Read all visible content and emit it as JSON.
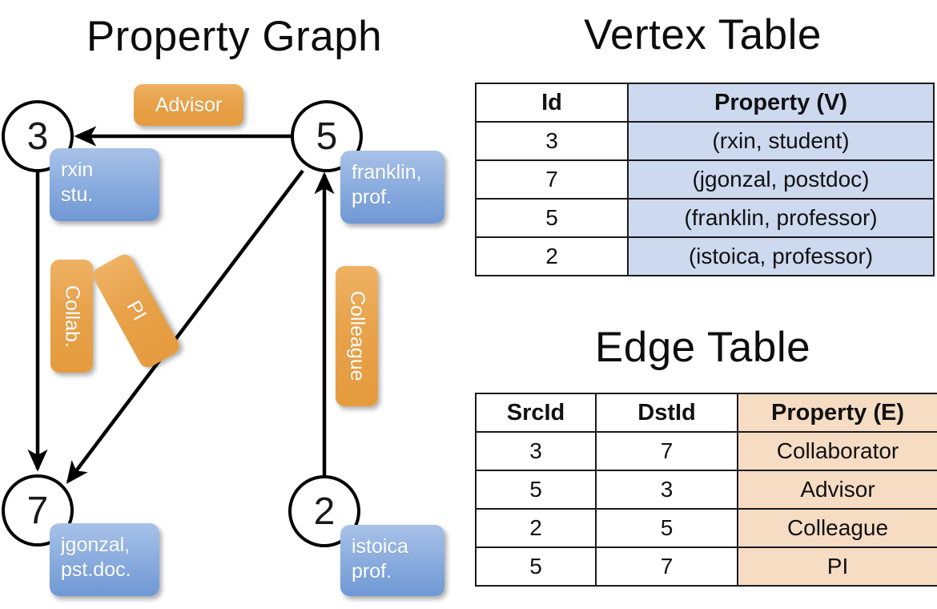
{
  "titles": {
    "property_graph": "Property Graph",
    "vertex_table": "Vertex Table",
    "edge_table": "Edge Table"
  },
  "colors": {
    "vertex_property_fill": "#ccd9ef",
    "edge_property_fill": "#f5dcc3",
    "vertex_box_fill": "#8fb0e0",
    "edge_label_fill": "#e8a24a",
    "stroke": "#000000"
  },
  "graph": {
    "nodes": [
      {
        "id": "3",
        "property": "rxin\nstu.",
        "property_line1": "rxin",
        "property_line2": "stu."
      },
      {
        "id": "5",
        "property": "franklin,\nprof.",
        "property_line1": "franklin,",
        "property_line2": "prof."
      },
      {
        "id": "7",
        "property": "jgonzal,\npst.doc.",
        "property_line1": "jgonzal,",
        "property_line2": "pst.doc."
      },
      {
        "id": "2",
        "property": "istoica\nprof.",
        "property_line1": "istoica",
        "property_line2": "prof."
      }
    ],
    "edge_labels": [
      {
        "name": "advisor",
        "text": "Advisor",
        "orientation": "horizontal"
      },
      {
        "name": "collab",
        "text": "Collab.",
        "orientation": "vertical"
      },
      {
        "name": "pi",
        "text": "PI",
        "orientation": "vertical-rotated"
      },
      {
        "name": "colleague",
        "text": "Colleague",
        "orientation": "vertical"
      }
    ],
    "edges": [
      {
        "src": "5",
        "dst": "3",
        "label": "Advisor"
      },
      {
        "src": "3",
        "dst": "7",
        "label": "Collab."
      },
      {
        "src": "5",
        "dst": "7",
        "label": "PI"
      },
      {
        "src": "2",
        "dst": "5",
        "label": "Colleague"
      }
    ]
  },
  "vertex_table": {
    "headers": [
      "Id",
      "Property (V)"
    ],
    "rows": [
      {
        "id": "3",
        "property": "(rxin, student)"
      },
      {
        "id": "7",
        "property": "(jgonzal, postdoc)"
      },
      {
        "id": "5",
        "property": "(franklin, professor)"
      },
      {
        "id": "2",
        "property": "(istoica, professor)"
      }
    ]
  },
  "edge_table": {
    "headers": [
      "SrcId",
      "DstId",
      "Property (E)"
    ],
    "rows": [
      {
        "src": "3",
        "dst": "7",
        "property": "Collaborator"
      },
      {
        "src": "5",
        "dst": "3",
        "property": "Advisor"
      },
      {
        "src": "2",
        "dst": "5",
        "property": "Colleague"
      },
      {
        "src": "5",
        "dst": "7",
        "property": "PI"
      }
    ]
  }
}
